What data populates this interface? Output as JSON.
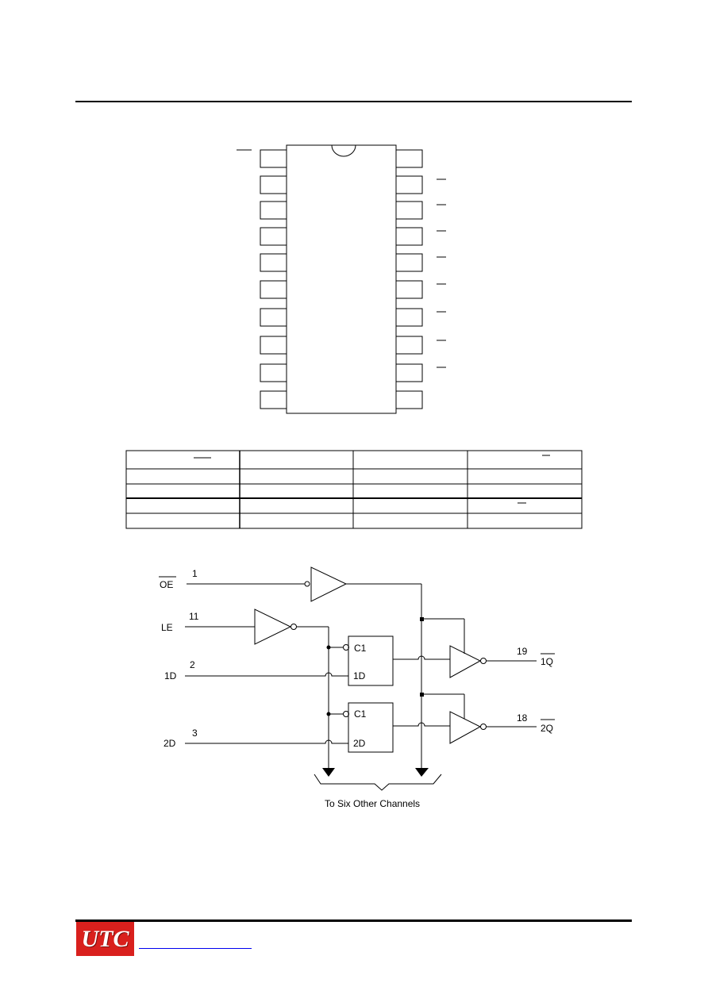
{
  "logic_diagram": {
    "oe_label": "OE",
    "oe_pin": "1",
    "le_label": "LE",
    "le_pin": "11",
    "d1_label": "1D",
    "d1_pin": "2",
    "d2_label": "2D",
    "d2_pin": "3",
    "latch1_c": "C1",
    "latch1_d": "1D",
    "latch2_c": "C1",
    "latch2_d": "2D",
    "q1_pin": "19",
    "q1_label": "1Q",
    "q2_pin": "18",
    "q2_label": "2Q",
    "caption": "To Six Other Channels"
  },
  "footer": {
    "logo_text": "UTC"
  }
}
